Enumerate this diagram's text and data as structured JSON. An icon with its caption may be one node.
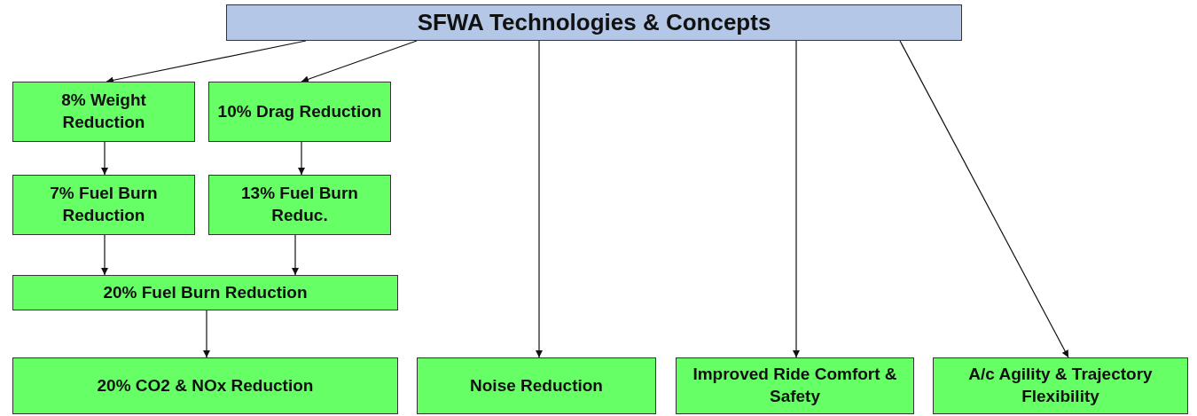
{
  "diagram": {
    "nodes": [
      {
        "text": [
          "SFWA Technologies & Concepts"
        ]
      },
      {
        "text": [
          "8% Weight Reduction"
        ]
      },
      {
        "text": [
          "10% Drag Reduction"
        ]
      },
      {
        "text": [
          "7% Fuel Burn Reduction"
        ]
      },
      {
        "text": [
          "13% Fuel Burn Reduc."
        ]
      },
      {
        "text": [
          "20% Fuel Burn Reduction"
        ]
      },
      {
        "text": [
          "20% CO2 & NOx Reduction"
        ]
      },
      {
        "text": [
          "Noise Reduction"
        ]
      },
      {
        "text": [
          "Improved Ride Comfort & Safety"
        ]
      },
      {
        "text": [
          "A/c Agility & Trajectory Flexibility"
        ]
      }
    ],
    "edges": [
      {
        "from": 0,
        "to": 1,
        "arrow": "to"
      },
      {
        "from": 0,
        "to": 2,
        "arrow": "to"
      },
      {
        "from": 1,
        "to": 3,
        "arrow": "to"
      },
      {
        "from": 2,
        "to": 4,
        "arrow": "to"
      },
      {
        "from": 3,
        "to": 5,
        "arrow": "to"
      },
      {
        "from": 4,
        "to": 5,
        "arrow": "to"
      },
      {
        "from": 5,
        "to": 6,
        "arrow": "to"
      },
      {
        "from": 0,
        "to": 7,
        "arrow": "to"
      },
      {
        "from": 0,
        "to": 8,
        "arrow": "to"
      },
      {
        "from": 0,
        "to": 9,
        "arrow": "to"
      }
    ]
  }
}
